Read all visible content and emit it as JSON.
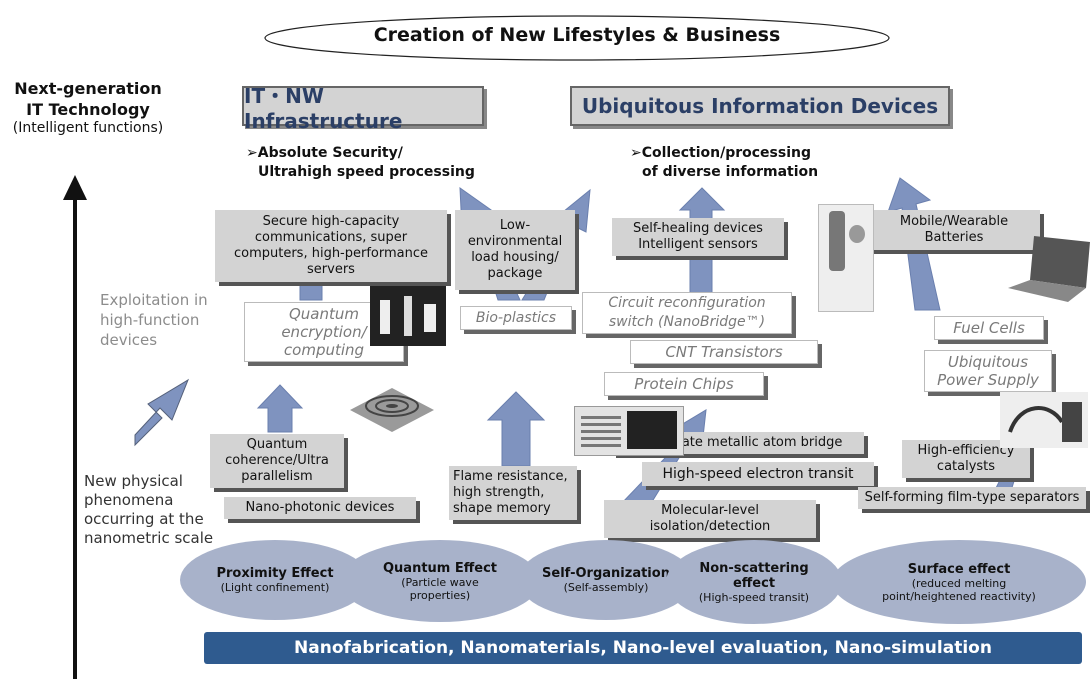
{
  "title": "Creation of New Lifestyles & Business",
  "left_axis": {
    "top_label_line1": "Next-generation",
    "top_label_line2": "IT Technology",
    "top_label_line3": "(Intelligent functions)",
    "exploitation_label": "Exploitation in high-function devices",
    "phenomena_label": "New physical phenomena occurring at the nanometric scale"
  },
  "headers": {
    "infrastructure": "IT・NW Infrastructure",
    "devices": "Ubiquitous Information Devices"
  },
  "goals": {
    "security": "Absolute Security/",
    "security_line2": "Ultrahigh speed processing",
    "collection": "Collection/processing",
    "collection_line2": "of diverse information"
  },
  "gray_boxes": {
    "secure": "Secure high-capacity communications, super computers, high-performance servers",
    "low_env": "Low-environmental load housing/ package",
    "self_healing": "Self-healing devices Intelligent sensors",
    "mobile": "Mobile/Wearable Batteries",
    "quantum_coherence": "Quantum coherence/Ultra parallelism",
    "nano_photonic": "Nano-photonic devices",
    "flame": "Flame resistance, high strength, shape memory",
    "solid_state": "Solid-state metallic atom bridge",
    "high_speed": "High-speed electron transit",
    "molecular": "Molecular-level isolation/detection",
    "high_eff": "High-efficiency catalysts",
    "self_forming": "Self-forming film-type separators"
  },
  "white_boxes": {
    "quantum_enc": "Quantum encryption/ computing",
    "bio_plastics": "Bio-plastics",
    "circuit": "Circuit reconfiguration switch (NanoBridge™)",
    "cnt": "CNT Transistors",
    "protein": "Protein Chips",
    "fuel_cells": "Fuel Cells",
    "ubiquitous_power": "Ubiquitous Power Supply"
  },
  "effects": [
    {
      "title": "Proximity Effect",
      "sub": "(Light confinement)"
    },
    {
      "title": "Quantum Effect",
      "sub": "(Particle wave properties)"
    },
    {
      "title": "Self-Organization",
      "sub": "(Self-assembly)"
    },
    {
      "title": "Non-scattering effect",
      "sub": "(High-speed transit)"
    },
    {
      "title": "Surface effect",
      "sub": "(reduced melting point/heightened reactivity)"
    }
  ],
  "bottom_bar": "Nanofabrication, Nanomaterials, Nano-level evaluation, Nano-simulation",
  "colors": {
    "arrow": "#7f93bf",
    "ellipse": "#a8b2ca",
    "bar": "#2f5b8f",
    "header_text": "#2b3f66",
    "box_gray": "#d3d3d3"
  }
}
